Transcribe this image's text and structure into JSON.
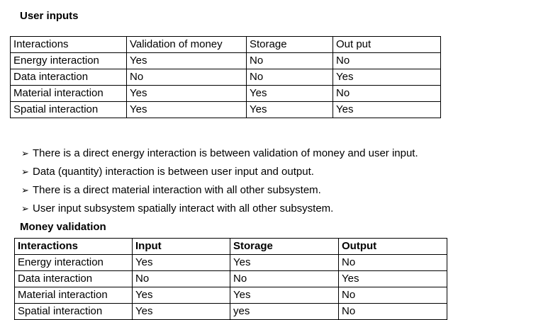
{
  "section1": {
    "title": "User inputs",
    "headers": [
      "Interactions",
      "Validation of money",
      "Storage",
      "Out put"
    ],
    "rows": [
      [
        "Energy interaction",
        "Yes",
        "No",
        "No"
      ],
      [
        "Data interaction",
        "No",
        "No",
        "Yes"
      ],
      [
        "Material interaction",
        "Yes",
        "Yes",
        "No"
      ],
      [
        "Spatial interaction",
        "Yes",
        "Yes",
        "Yes"
      ]
    ]
  },
  "bullets": {
    "marker": "➢",
    "items": [
      "There is a direct energy interaction is between validation of money and user input.",
      "Data (quantity)  interaction is between user input  and output.",
      "There is a direct material interaction  with all other subsystem.",
      "User input  subsystem spatially interact with all other subsystem."
    ]
  },
  "section2": {
    "title": "Money validation",
    "headers": [
      "Interactions",
      "Input",
      "Storage",
      "Output"
    ],
    "rows": [
      [
        "Energy interaction",
        "Yes",
        "Yes",
        "No"
      ],
      [
        "Data interaction",
        "No",
        "No",
        "Yes"
      ],
      [
        "Material interaction",
        "Yes",
        "Yes",
        "No"
      ],
      [
        "Spatial interaction",
        "Yes",
        "yes",
        "No"
      ]
    ]
  }
}
